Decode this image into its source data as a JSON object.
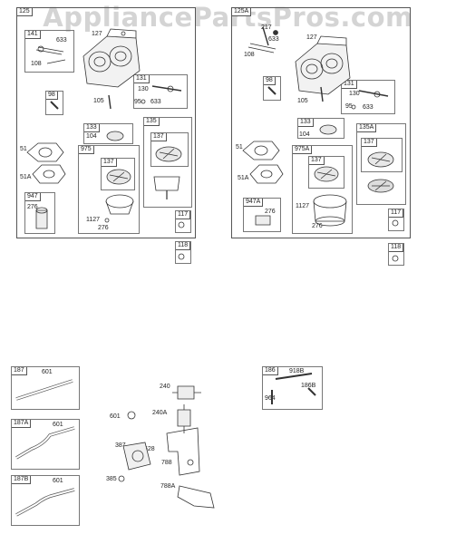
{
  "watermark": "AppliancePartsPros.com",
  "groups": {
    "g125": "125",
    "g141": "141",
    "g98": "98",
    "g131": "131",
    "g133": "133",
    "g135": "135",
    "g137a": "137",
    "g975": "975",
    "g137b": "137",
    "g947": "947",
    "g117": "117",
    "g118": "118",
    "g125A": "125A",
    "g131r": "131",
    "g98r": "98",
    "g133r": "133",
    "g135A": "135A",
    "g137r": "137",
    "g975A": "975A",
    "g137r2": "137",
    "g947A": "947A",
    "g117r": "117",
    "g118r": "118",
    "g187": "187",
    "g187A": "187A",
    "g187B": "187B",
    "g186": "186"
  },
  "parts": {
    "p633": "633",
    "p108": "108",
    "p127": "127",
    "p105": "105",
    "p130": "130",
    "p95": "95",
    "p633b": "633",
    "p104": "104",
    "p51": "51",
    "p51A": "51A",
    "p276": "276",
    "p1127": "1127",
    "p276b": "276",
    "r217": "217",
    "r633": "633",
    "r108": "108",
    "r127": "127",
    "r105": "105",
    "r130": "130",
    "r95": "95",
    "r633b": "633",
    "r104": "104",
    "r51": "51",
    "r51A": "51A",
    "r276": "276",
    "r1127": "1127",
    "r276b": "276",
    "b601a": "601",
    "b601b": "601",
    "b601c": "601",
    "b601d": "601",
    "b240": "240",
    "b240A": "240A",
    "b628": "628",
    "b387": "387",
    "b788": "788",
    "b788A": "788A",
    "b385": "385",
    "b918B": "918B",
    "b186B": "186B",
    "b964": "964"
  }
}
